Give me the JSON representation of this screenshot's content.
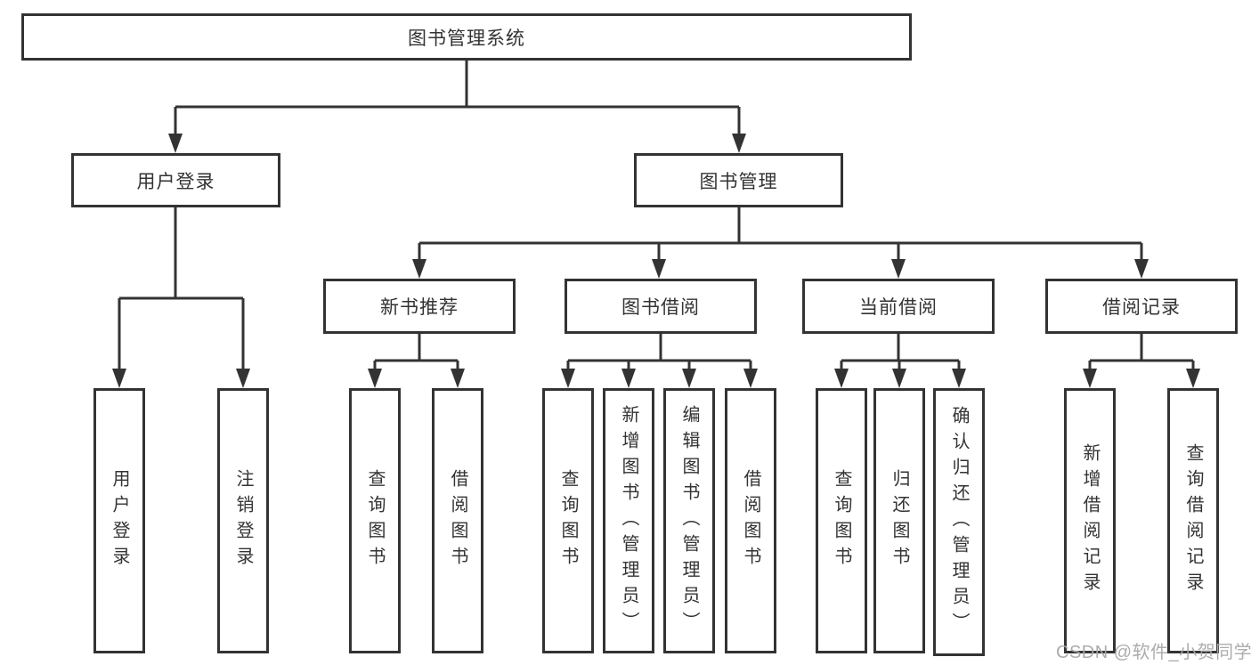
{
  "diagram": {
    "root": {
      "label": "图书管理系统"
    },
    "level2": [
      {
        "label": "用户登录"
      },
      {
        "label": "图书管理"
      }
    ],
    "level3": [
      {
        "label": "新书推荐"
      },
      {
        "label": "图书借阅"
      },
      {
        "label": "当前借阅"
      },
      {
        "label": "借阅记录"
      }
    ],
    "leaves": [
      {
        "label": "用户登录"
      },
      {
        "label": "注销登录"
      },
      {
        "label": "查询图书"
      },
      {
        "label": "借阅图书"
      },
      {
        "label": "查询图书"
      },
      {
        "label": "新增图书（管理员）"
      },
      {
        "label": "编辑图书（管理员）"
      },
      {
        "label": "借阅图书"
      },
      {
        "label": "查询图书"
      },
      {
        "label": "归还图书"
      },
      {
        "label": "确认归还（管理员）"
      },
      {
        "label": "新增借阅记录"
      },
      {
        "label": "查询借阅记录"
      }
    ],
    "structure": {
      "图书管理系统": [
        "用户登录",
        "图书管理"
      ],
      "用户登录": [
        "用户登录",
        "注销登录"
      ],
      "图书管理": [
        "新书推荐",
        "图书借阅",
        "当前借阅",
        "借阅记录"
      ],
      "新书推荐": [
        "查询图书",
        "借阅图书"
      ],
      "图书借阅": [
        "查询图书",
        "新增图书（管理员）",
        "编辑图书（管理员）",
        "借阅图书"
      ],
      "当前借阅": [
        "查询图书",
        "归还图书",
        "确认归还（管理员）"
      ],
      "借阅记录": [
        "新增借阅记录",
        "查询借阅记录"
      ]
    }
  },
  "watermark": {
    "text": "CSDN @软件_小贺同学"
  },
  "colors": {
    "line": "#333333",
    "box_border": "#333333",
    "box_fill": "#ffffff",
    "text": "#333333",
    "watermark": "#a8a8a8",
    "background": "#ffffff"
  }
}
